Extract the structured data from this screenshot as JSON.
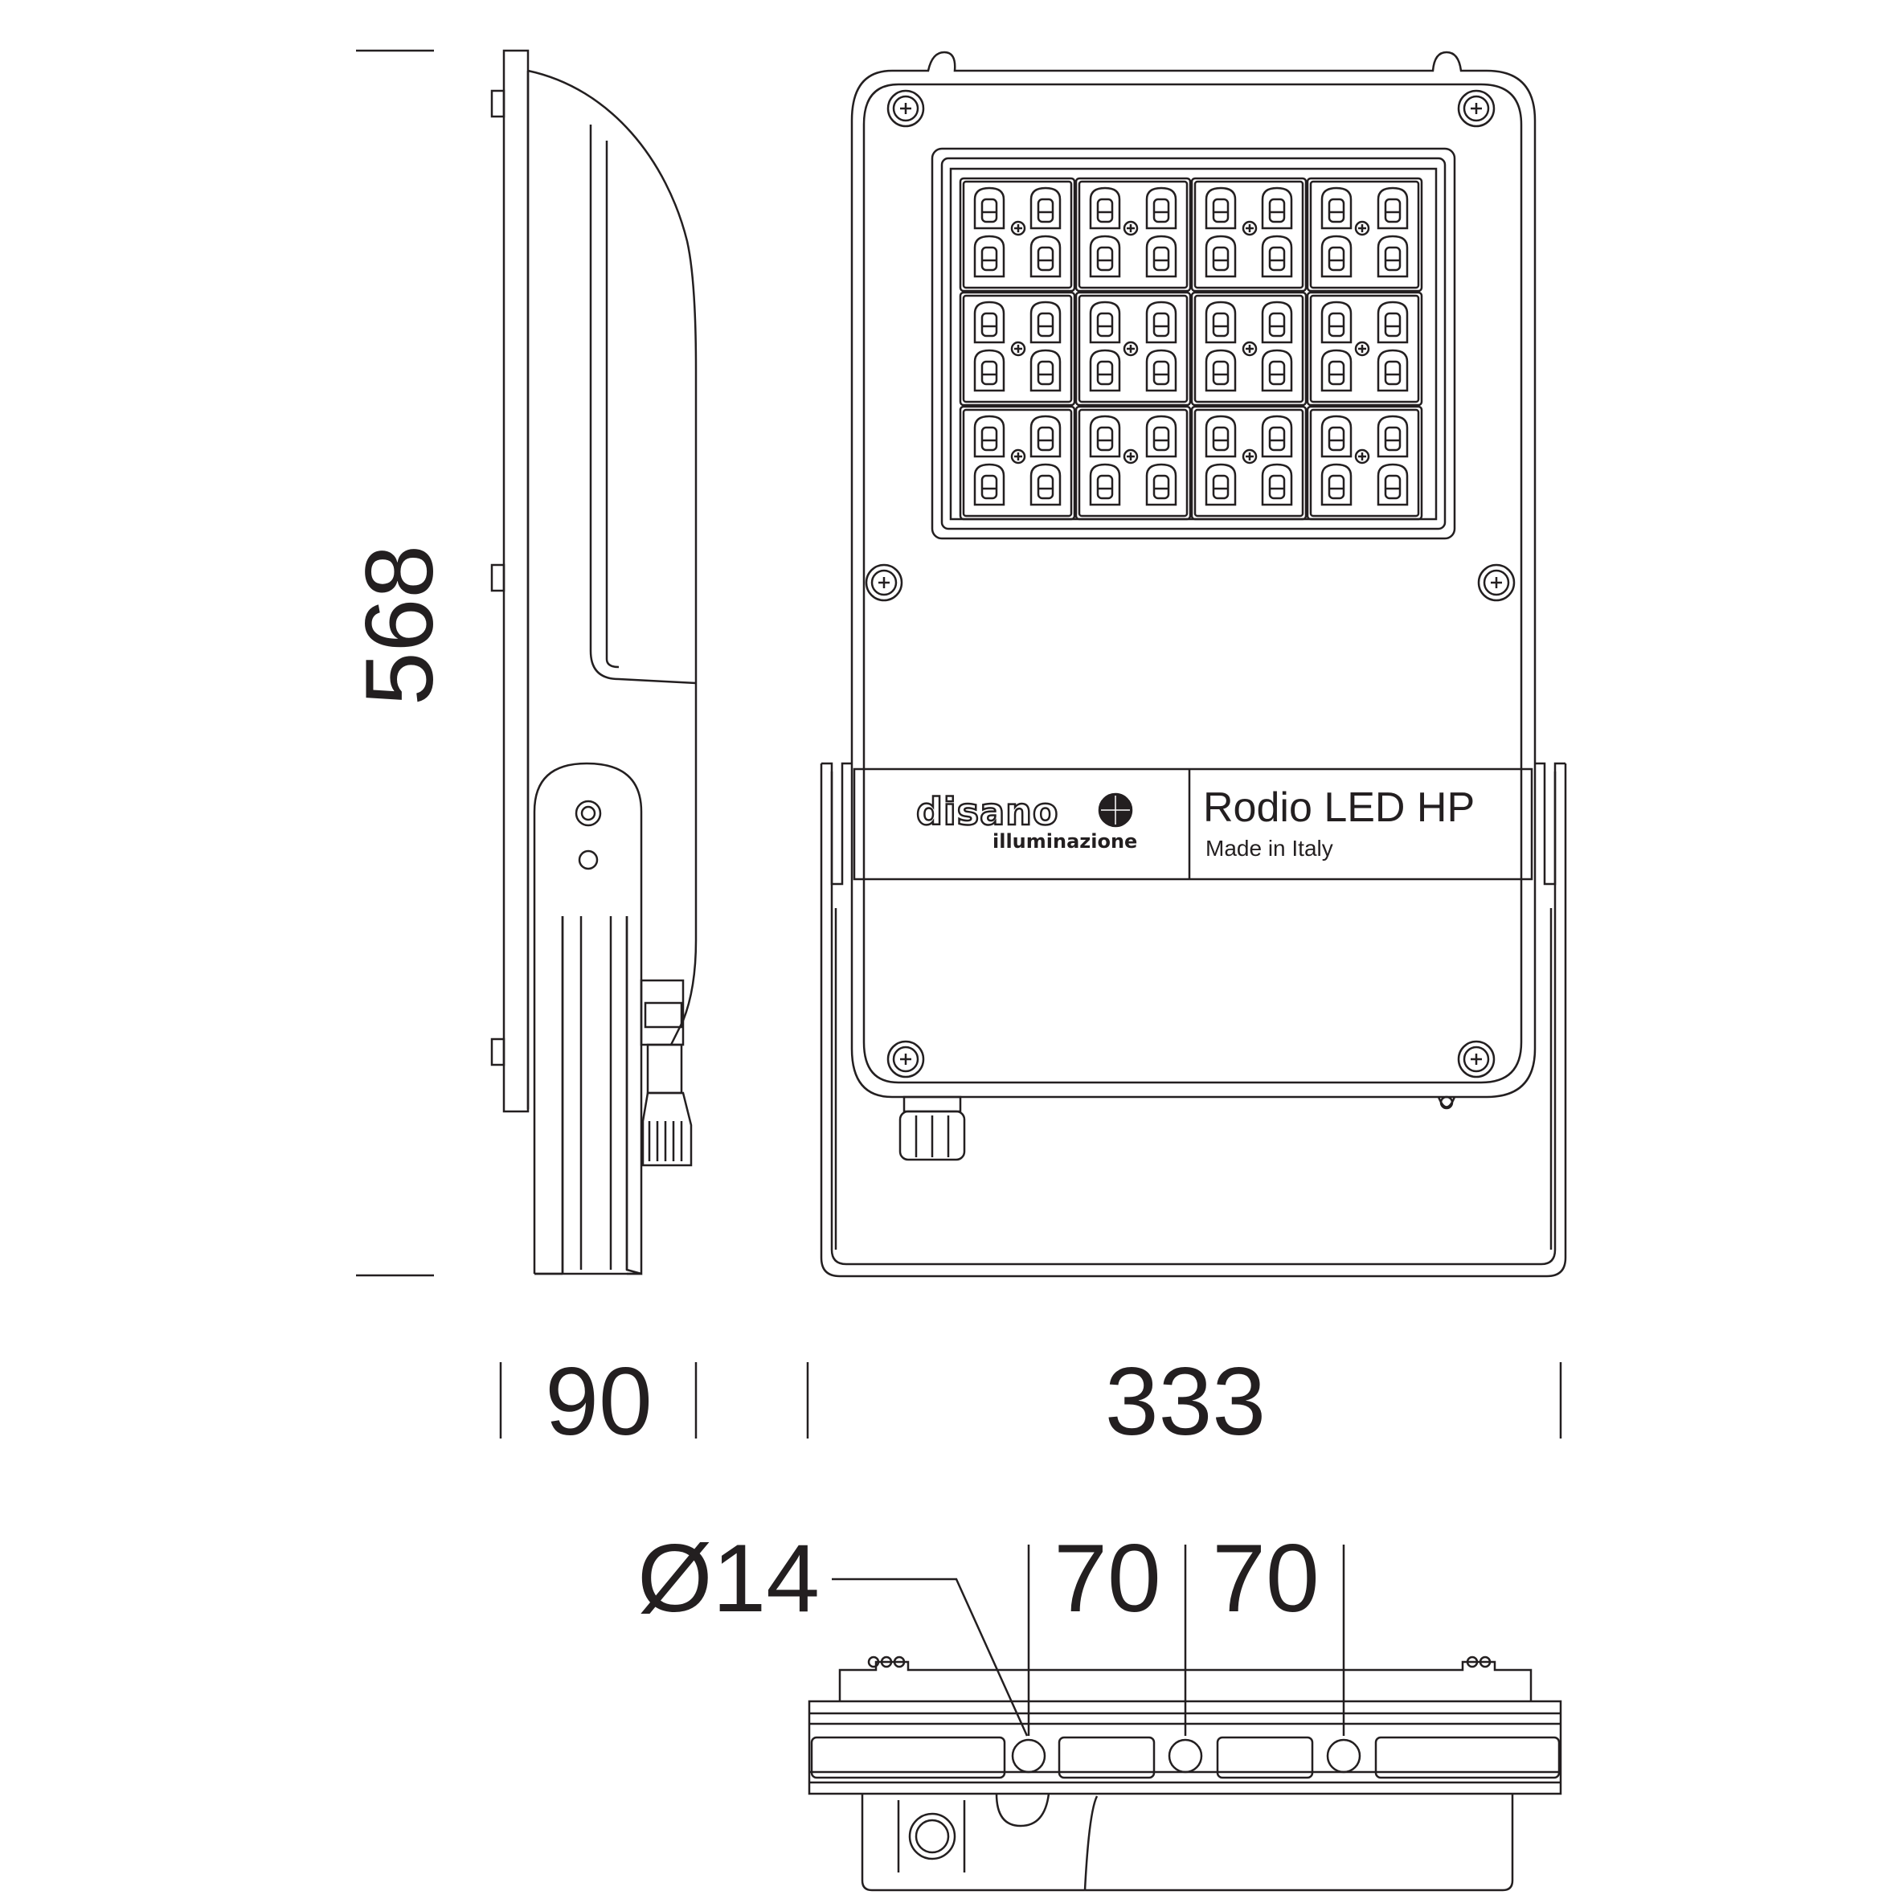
{
  "dimensions": {
    "height": "568",
    "depth": "90",
    "width": "333",
    "hole_diameter": "Ø14",
    "spacing_1": "70",
    "spacing_2": "70"
  },
  "label": {
    "brand": "disano",
    "brand_sub": "illuminazione",
    "product": "Rodio LED HP",
    "origin": "Made in Italy"
  },
  "led_grid": {
    "rows": 3,
    "cols": 4,
    "leds_per_module": 4
  }
}
